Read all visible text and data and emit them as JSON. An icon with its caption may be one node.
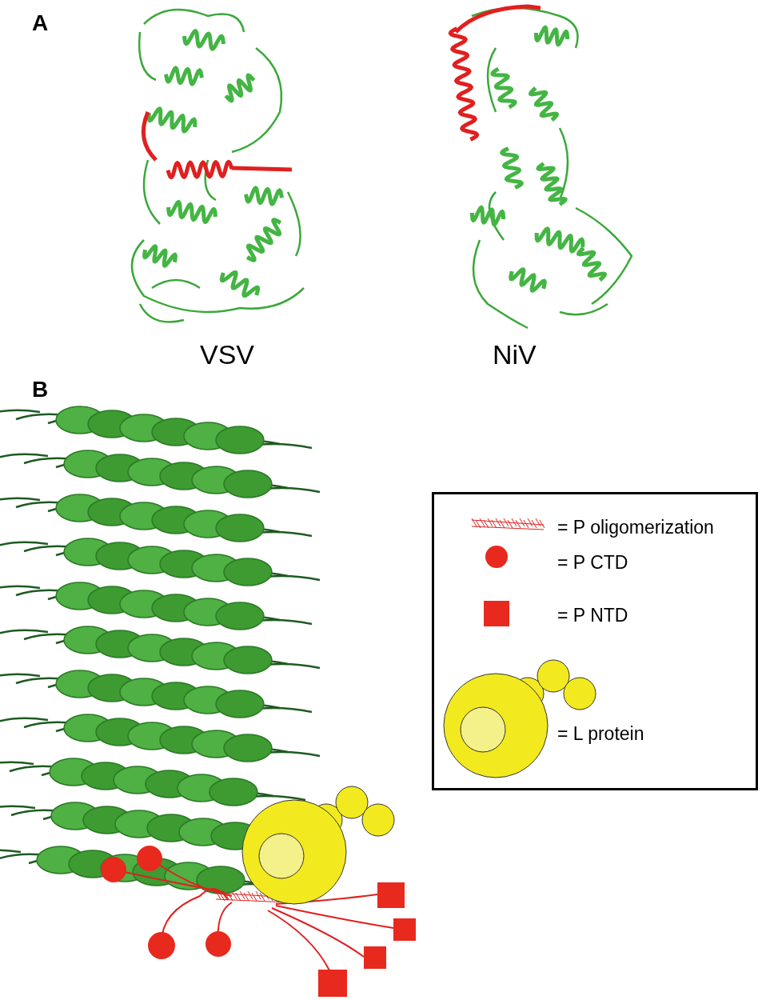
{
  "diagram": {
    "labels": [
      "A",
      "VSV",
      "NiV",
      "B"
    ],
    "legend": [
      {
        "text": "= P oligomerization"
      },
      {
        "text": "= P CTD"
      },
      {
        "text": "= P NTD"
      },
      {
        "text": "= L protein"
      }
    ]
  }
}
